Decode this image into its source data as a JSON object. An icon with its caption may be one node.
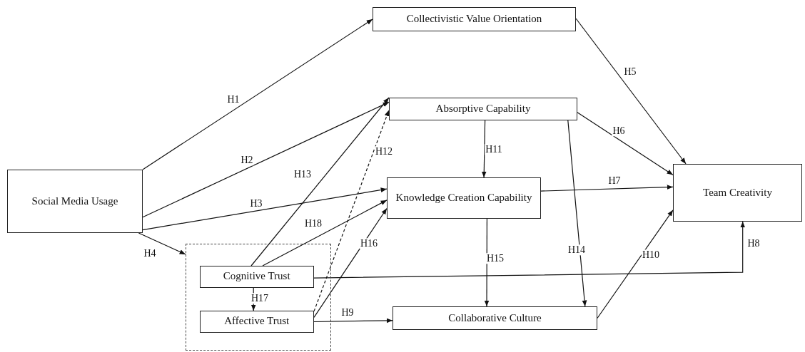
{
  "diagram": {
    "nodes": [
      {
        "text": [
          "Social Media Usage"
        ]
      },
      {
        "text": [
          "Collectivistic Value Orientation"
        ]
      },
      {
        "text": [
          "Absorptive Capability"
        ]
      },
      {
        "text": [
          "Knowledge Creation Capability"
        ]
      },
      {
        "text": [
          "Team Creativity"
        ]
      },
      {
        "text": [],
        "shape": "box"
      },
      {
        "text": [
          "Cognitive Trust"
        ],
        "in": 5
      },
      {
        "text": [
          "Affective Trust"
        ],
        "in": 5
      },
      {
        "text": [
          "Collaborative Culture"
        ]
      }
    ],
    "edges": [
      {
        "from": 0,
        "to": 1,
        "arrow": "to",
        "label": "H1"
      },
      {
        "from": 0,
        "to": 2,
        "arrow": "to",
        "label": "H2"
      },
      {
        "from": 0,
        "to": 3,
        "arrow": "to",
        "label": "H3"
      },
      {
        "from": 0,
        "to": 5,
        "arrow": "to",
        "label": "H4"
      },
      {
        "from": 1,
        "to": 4,
        "arrow": "to",
        "label": "H5"
      },
      {
        "from": 2,
        "to": 4,
        "arrow": "to",
        "label": "H6"
      },
      {
        "from": 3,
        "to": 4,
        "arrow": "to",
        "label": "H7"
      },
      {
        "from": 6,
        "to": 4,
        "arrow": "to",
        "label": "H8"
      },
      {
        "from": 7,
        "to": 8,
        "arrow": "to",
        "label": "H9"
      },
      {
        "from": 8,
        "to": 4,
        "arrow": "to",
        "label": "H10"
      },
      {
        "from": 2,
        "to": 3,
        "arrow": "to",
        "label": "H11"
      },
      {
        "from": 7,
        "to": 2,
        "arrow": "to",
        "label": "H12",
        "style": "dashed"
      },
      {
        "from": 6,
        "to": 2,
        "arrow": "to",
        "label": "H13"
      },
      {
        "from": 2,
        "to": 8,
        "arrow": "to",
        "label": "H14"
      },
      {
        "from": 3,
        "to": 8,
        "arrow": "to",
        "label": "H15"
      },
      {
        "from": 7,
        "to": 3,
        "arrow": "to",
        "label": "H16"
      },
      {
        "from": 6,
        "to": 7,
        "arrow": "to",
        "label": "H17"
      },
      {
        "from": 6,
        "to": 3,
        "arrow": "to",
        "label": "H18"
      }
    ]
  }
}
